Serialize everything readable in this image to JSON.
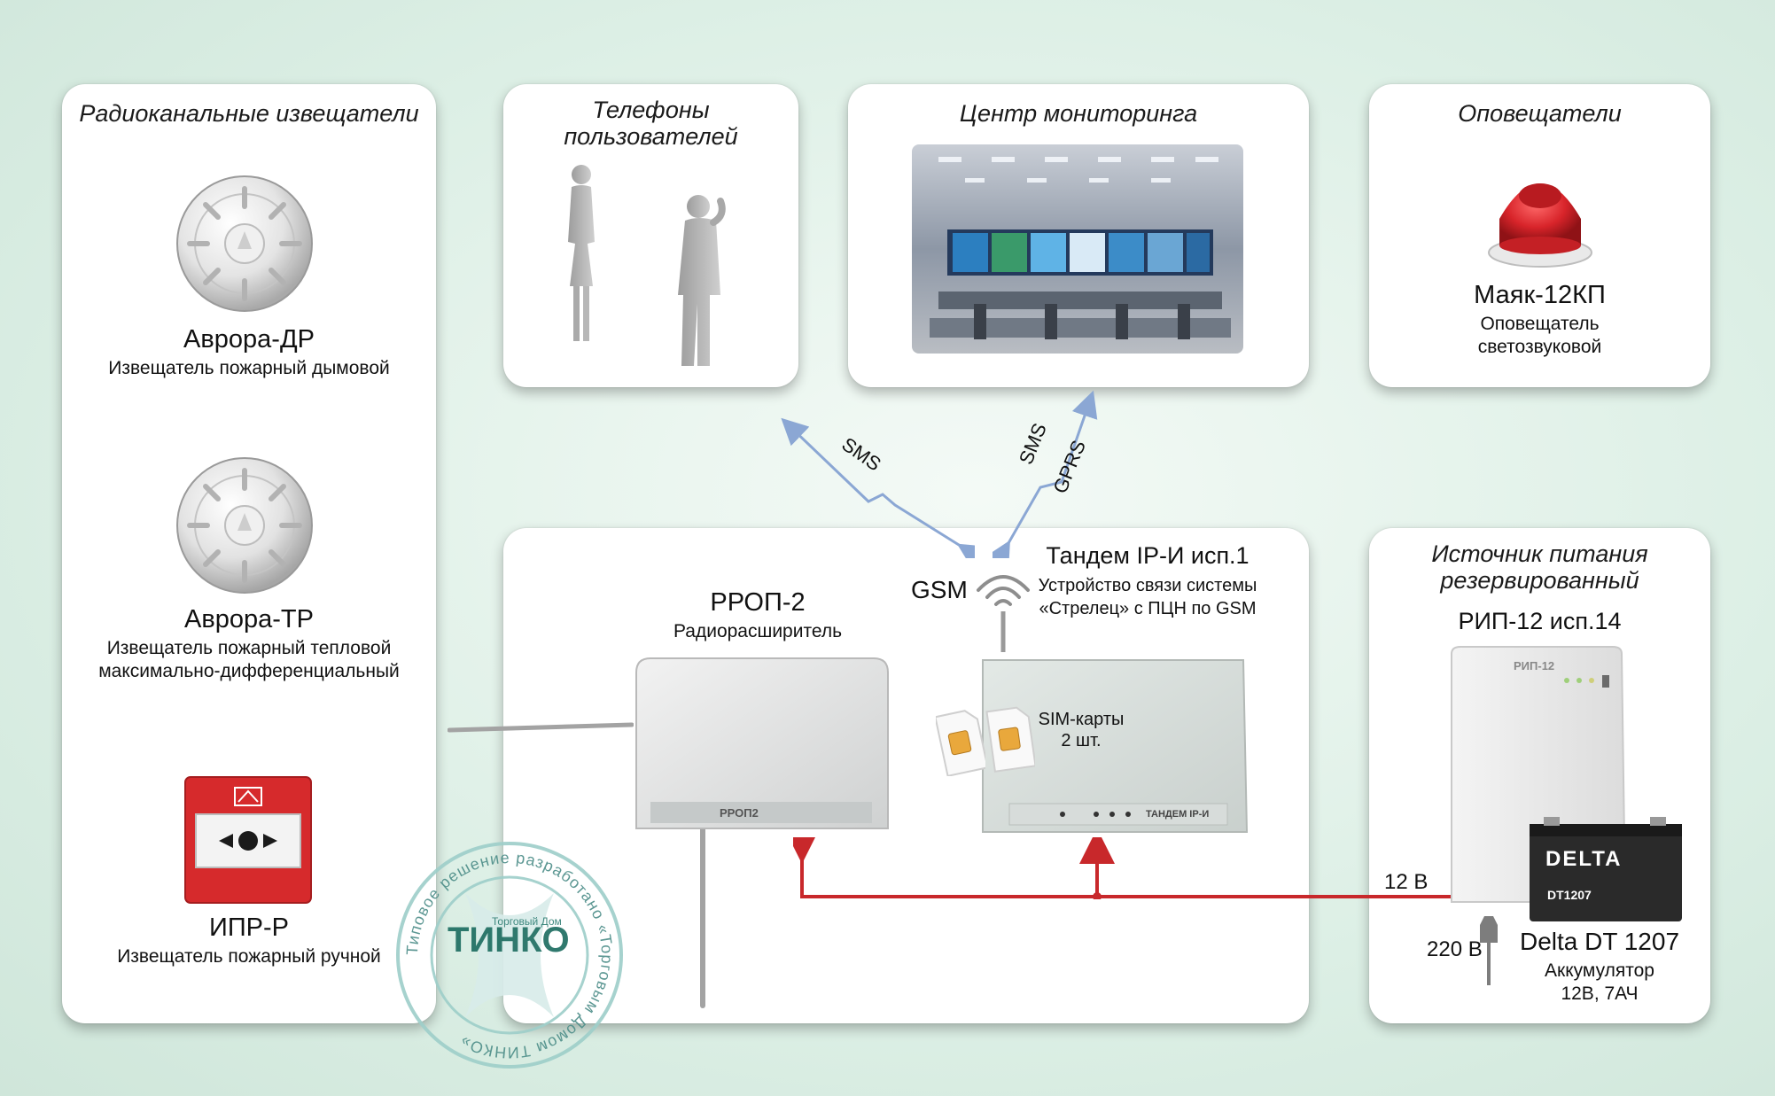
{
  "panels": {
    "detectors_title": "Радиоканальные извещатели",
    "phones_title": "Телефоны пользователей",
    "monitoring_title": "Центр мониторинга",
    "alarms_title": "Оповещатели",
    "power_title": "Источник питания резервированный"
  },
  "detectors": [
    {
      "name": "Аврора-ДР",
      "desc": "Извещатель пожарный дымовой"
    },
    {
      "name": "Аврора-ТР",
      "desc": "Извещатель пожарный тепловой максимально-дифференциальный"
    },
    {
      "name": "ИПР-Р",
      "desc": "Извещатель пожарный ручной"
    }
  ],
  "siren": {
    "name": "Маяк-12КП",
    "desc": "Оповещатель светозвуковой"
  },
  "expander": {
    "name": "РРОП-2",
    "desc": "Радиорасширитель",
    "panel_text": "РРОП2"
  },
  "tandem": {
    "name": "Тандем IP-И исп.1",
    "desc": "Устройство связи системы «Стрелец» с ПЦН по GSM",
    "panel_text": "ТАНДЕМ IP-И",
    "sim": "SIM-карты 2 шт."
  },
  "links": {
    "sms_left": "SMS",
    "sms_right": "SMS",
    "gprs": "GPRS",
    "gsm": "GSM"
  },
  "power": {
    "name": "РИП-12 исп.14",
    "unit_text": "РИП-12",
    "v12": "12 В",
    "v220": "220 В"
  },
  "battery": {
    "name": "Delta DT 1207",
    "desc": "Аккумулятор 12В, 7АЧ",
    "brand": "DELTA",
    "model": "DT1207"
  },
  "stamp": {
    "ring_text": "Типовое решение разработано «Торговым Домом ТИНКО»",
    "brand_small": "Торговый Дом",
    "brand": "ТИНКО"
  },
  "colors": {
    "link_arrow": "#8ba7d4",
    "wire": "#c8282b",
    "power_arrow": "#7d7d7d",
    "panel": "#ffffff"
  }
}
